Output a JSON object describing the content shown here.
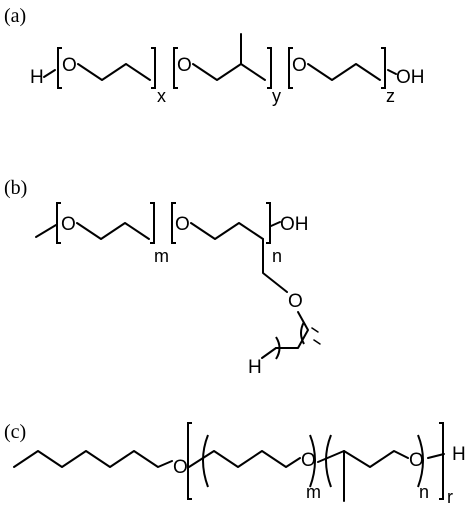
{
  "panels": [
    {
      "label": "(a)",
      "atoms": {
        "h": "H",
        "o1": "O",
        "o2": "O",
        "o3": "O",
        "oh": "OH"
      },
      "subscripts": {
        "x": "x",
        "y": "y",
        "z": "z"
      }
    },
    {
      "label": "(b)",
      "atoms": {
        "o1": "O",
        "o2": "O",
        "oh": "OH",
        "o3": "O",
        "h": "H"
      },
      "subscripts": {
        "m": "m",
        "n": "n"
      }
    },
    {
      "label": "(c)",
      "atoms": {
        "o1": "O",
        "o2": "O",
        "o3": "O",
        "h": "H"
      },
      "subscripts": {
        "m": "m",
        "n": "n",
        "r": "r"
      }
    }
  ]
}
